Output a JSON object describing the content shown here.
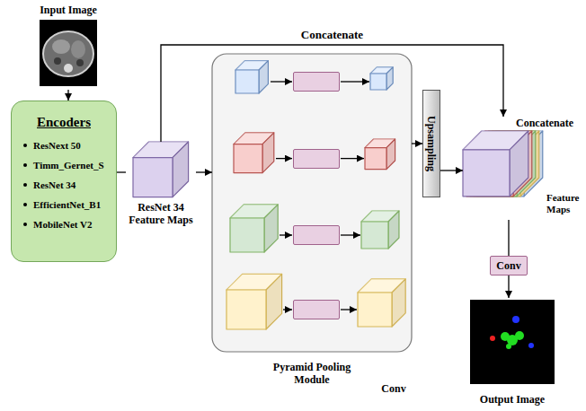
{
  "diagram": {
    "nodes": [
      {
        "text": [
          "Input Image"
        ]
      },
      {
        "text": [
          "Encoders",
          "ResNext 50",
          "Timm_Gernet_S",
          "ResNet 34",
          "EfficientNet_B1",
          "MobileNet V2"
        ]
      },
      {
        "text": [
          "ResNet 34 Feature Maps"
        ]
      },
      {
        "text": [
          "Pyramid Pooling Module"
        ]
      },
      {
        "text": [
          "Conv"
        ],
        "in": 3
      },
      {
        "text": [
          "Conv"
        ],
        "in": 3
      },
      {
        "text": [
          "Conv"
        ],
        "in": 3
      },
      {
        "text": [
          "Conv"
        ],
        "in": 3
      },
      {
        "text": [
          "Upsampling"
        ]
      },
      {
        "text": [
          "Concatenate",
          "Feature Maps"
        ]
      },
      {
        "text": [
          "Conv"
        ]
      },
      {
        "text": [
          "Output Image"
        ]
      }
    ],
    "edges": [
      {
        "from": 0,
        "to": 1,
        "arrow": "to"
      },
      {
        "from": 1,
        "to": 2,
        "arrow": "none"
      },
      {
        "from": 2,
        "to": 9,
        "label": "Concatenate",
        "arrow": "to"
      },
      {
        "from": 2,
        "to": 3,
        "arrow": "to"
      },
      {
        "from": 3,
        "to": 8,
        "arrow": "to"
      },
      {
        "from": 8,
        "to": 9,
        "arrow": "to"
      },
      {
        "from": 9,
        "to": 10,
        "arrow": "none"
      },
      {
        "from": 10,
        "to": 11,
        "arrow": "to"
      }
    ]
  }
}
